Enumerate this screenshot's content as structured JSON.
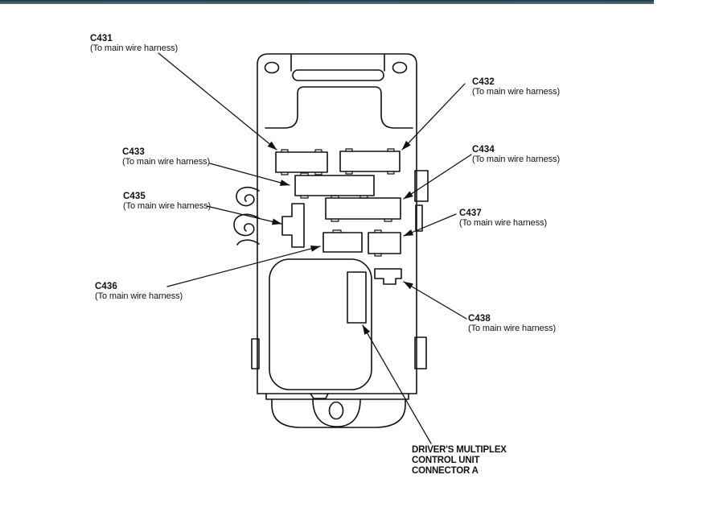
{
  "page": {
    "top_bar_color": "#3f5d70",
    "line_color": "#111111",
    "background": "#ffffff"
  },
  "diagram": {
    "connector_labels": [
      {
        "code": "C431",
        "desc": "(To main wire harness)"
      },
      {
        "code": "C432",
        "desc": "(To main wire harness)"
      },
      {
        "code": "C433",
        "desc": "(To main wire harness)"
      },
      {
        "code": "C434",
        "desc": "(To main wire harness)"
      },
      {
        "code": "C435",
        "desc": "(To main wire harness)"
      },
      {
        "code": "C436",
        "desc": "(To main wire harness)"
      },
      {
        "code": "C437",
        "desc": "(To main wire harness)"
      },
      {
        "code": "C438",
        "desc": "(To main wire harness)"
      }
    ],
    "unit_label": {
      "line1": "DRIVER'S MULTIPLEX",
      "line2": "CONTROL UNIT",
      "line3": "CONNECTOR A"
    }
  }
}
